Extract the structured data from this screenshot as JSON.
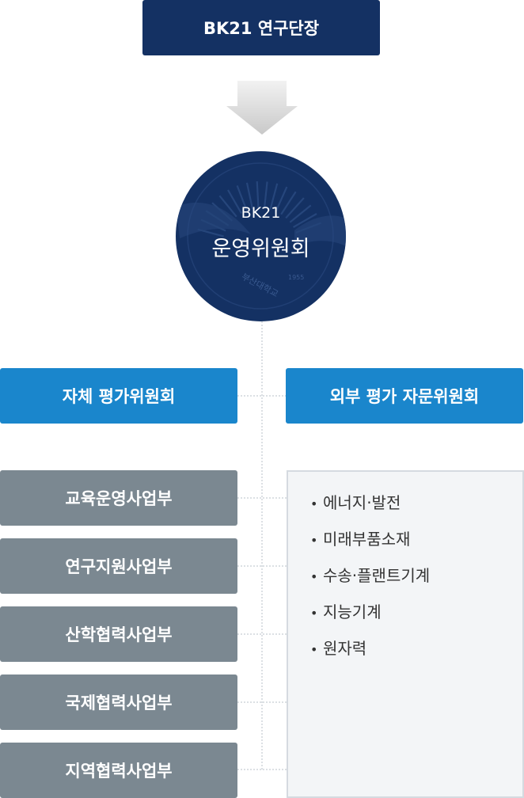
{
  "director": {
    "label": "BK21 연구단장"
  },
  "committee": {
    "line1": "BK21",
    "line2": "운영위원회",
    "seal_year": "1955",
    "seal_text": "부산대학교"
  },
  "internal_eval": {
    "label": "자체 평가위원회"
  },
  "external_eval": {
    "label": "외부 평가 자문위원회"
  },
  "departments": [
    {
      "label": "교육운영사업부"
    },
    {
      "label": "연구지원사업부"
    },
    {
      "label": "산학협력사업부"
    },
    {
      "label": "국제협력사업부"
    },
    {
      "label": "지역협력사업부"
    }
  ],
  "fields": {
    "bullet": "•",
    "items": [
      {
        "label": "에너지·발전"
      },
      {
        "label": "미래부품소재"
      },
      {
        "label": "수송·플랜트기계"
      },
      {
        "label": "지능기계"
      },
      {
        "label": "원자력"
      }
    ]
  },
  "colors": {
    "navy": "#143163",
    "blue": "#1a86cc",
    "gray": "#7b8891",
    "panel_bg": "#f3f5f7"
  }
}
